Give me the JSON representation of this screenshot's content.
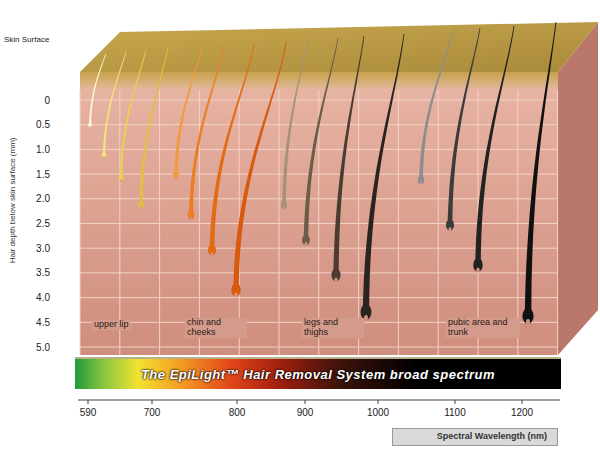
{
  "diagram": {
    "nodes": [
      {
        "text": [
          "The EpiLight™ Hair Removal System broad spectrum"
        ]
      }
    ],
    "labels": [
      "Skin Surface",
      "Hair depth below skin surface (mm)",
      "0",
      "0.5",
      "1.0",
      "1.5",
      "2.0",
      "2.5",
      "3.0",
      "3.5",
      "4.0",
      "4.5",
      "5.0",
      "upper lip",
      "chin and cheeks",
      "legs and thighs",
      "pubic area and trunk",
      "590",
      "700",
      "800",
      "900",
      "1000",
      "1100",
      "1200",
      "Spectral Wavelength (nm)"
    ]
  }
}
